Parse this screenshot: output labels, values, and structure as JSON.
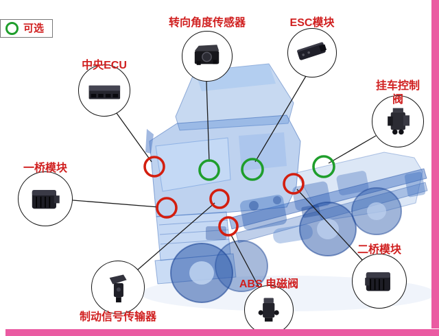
{
  "legend": {
    "label": "可选"
  },
  "callouts": {
    "steering_sensor": {
      "label": "转向角度传感器"
    },
    "esc_module": {
      "label": "ESC模块"
    },
    "central_ecu": {
      "label": "中央ECU"
    },
    "trailer_control_valve": {
      "label": "挂车控制阀"
    },
    "front_axle_module": {
      "label": "一桥模块"
    },
    "rear_axle_module": {
      "label": "二桥模块"
    },
    "abs_valve": {
      "label": "ABS 电磁阀"
    },
    "brake_signal_transmitter": {
      "label": "制动信号传输器"
    }
  },
  "markers": [
    {
      "id": "central_ecu",
      "color": "red"
    },
    {
      "id": "steering_sensor",
      "color": "green"
    },
    {
      "id": "esc_module",
      "color": "green"
    },
    {
      "id": "trailer_control_valve",
      "color": "green"
    },
    {
      "id": "front_axle_module",
      "color": "red"
    },
    {
      "id": "brake_signal_transmitter",
      "color": "red"
    },
    {
      "id": "rear_axle_module",
      "color": "red"
    },
    {
      "id": "abs_valve",
      "color": "red"
    }
  ],
  "colors": {
    "label_red": "#d01f1f",
    "marker_red": "#d31e0f",
    "marker_green": "#1f9e2c",
    "accent_pink": "#ea5ba2",
    "truck_blue": "#4f87d2"
  }
}
